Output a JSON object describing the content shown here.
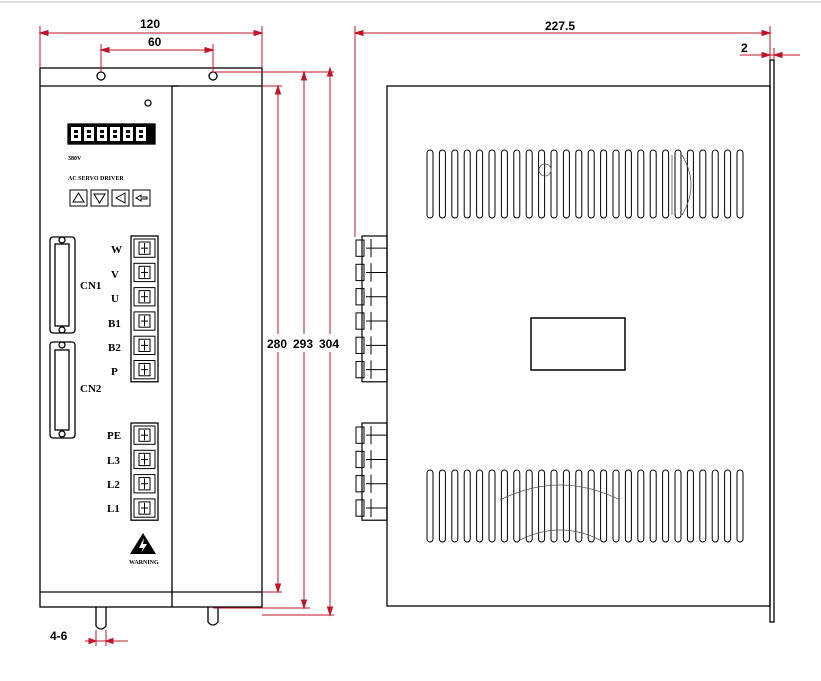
{
  "dimensions": {
    "front_width": "120",
    "hole_spacing": "60",
    "height_inner": "280",
    "height_mid": "293",
    "height_outer": "304",
    "slot_width": "4-6",
    "side_depth": "227.5",
    "flange_thickness": "2"
  },
  "panel": {
    "model": "380V",
    "subtitle": "AC SERVO DRIVER",
    "connectors": [
      "CN1",
      "CN2"
    ],
    "motor_terminals": [
      "W",
      "V",
      "U",
      "B1",
      "B2",
      "P"
    ],
    "power_terminals": [
      "PE",
      "L3",
      "L2",
      "L1"
    ],
    "warning": "WARNING",
    "buttons": [
      "up-arrow-icon",
      "down-arrow-icon",
      "left-arrow-icon",
      "enter-icon"
    ]
  },
  "colors": {
    "dimension_line": "#c0142a",
    "outline": "#000000"
  }
}
